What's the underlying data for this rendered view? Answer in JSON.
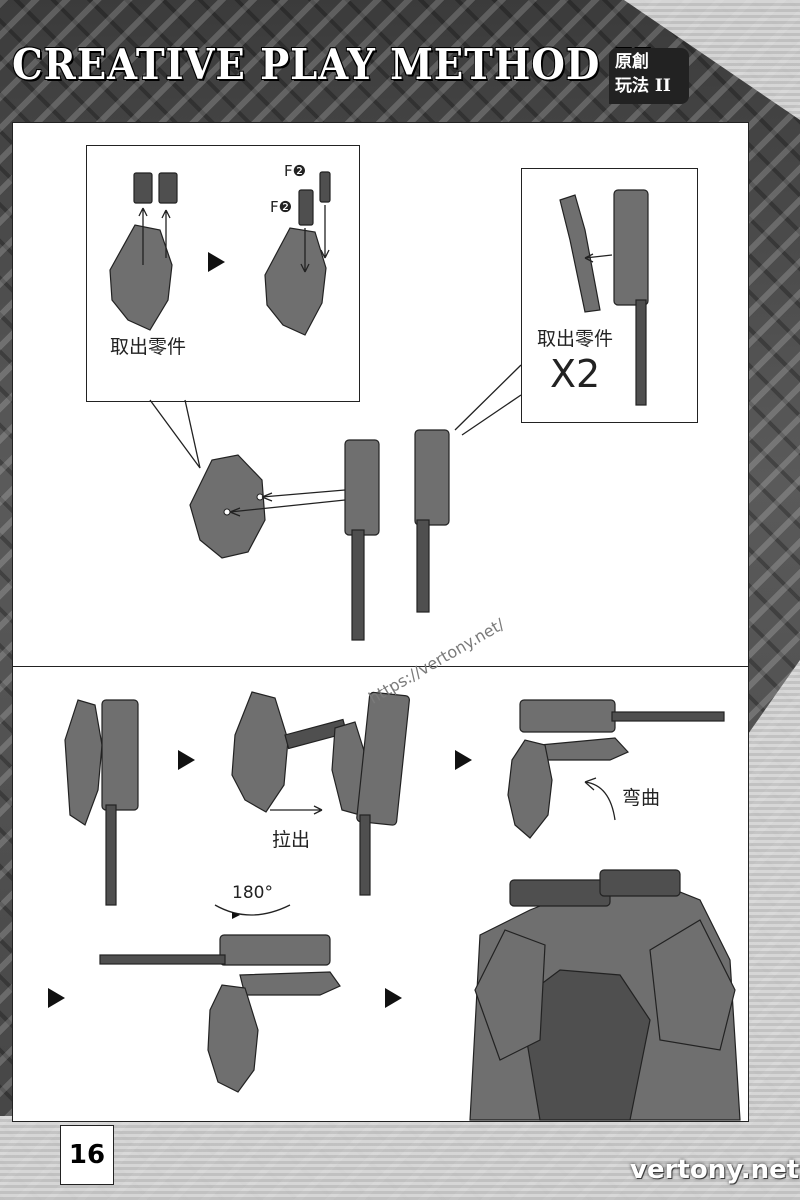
{
  "header": {
    "title": "CREATIVE PLAY METHOD II",
    "tag_line1": "原創",
    "tag_line2": "玩法 II"
  },
  "step1": {
    "left_callout_label": "取出零件",
    "part_code_1": "F❷",
    "part_code_2": "F❷",
    "right_callout_label": "取出零件",
    "right_callout_multiplier": "X2"
  },
  "step2": {
    "pull_label": "拉出",
    "bend_label": "弯曲",
    "rotate_label": "180°"
  },
  "watermark": "https://vertony.net/",
  "footer": {
    "page_number": "16",
    "brand": "vertony.net"
  }
}
